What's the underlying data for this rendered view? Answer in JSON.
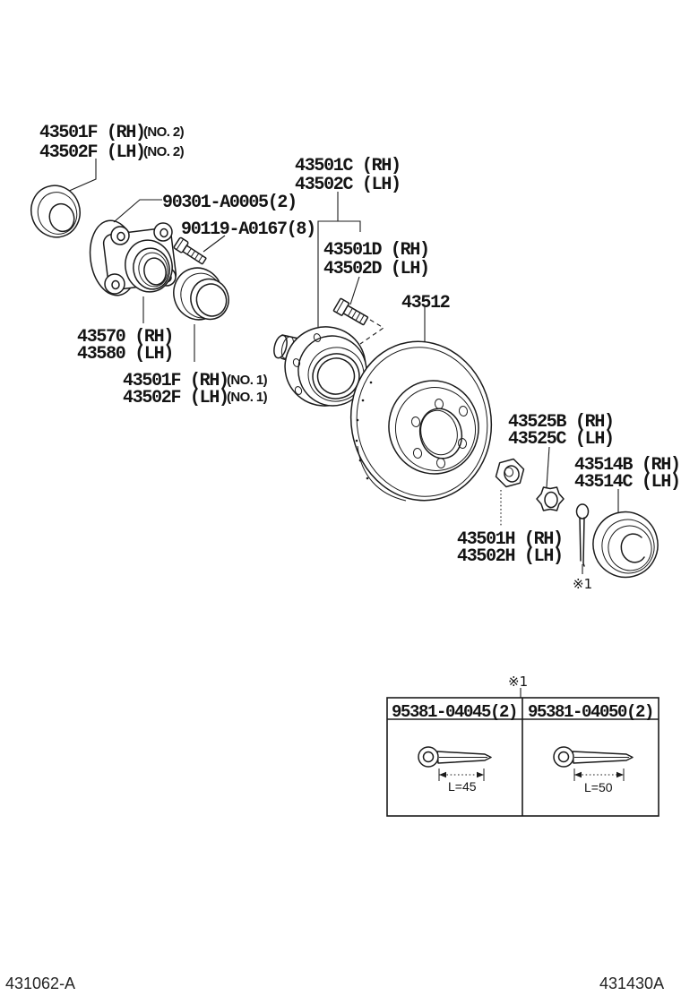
{
  "diagram": {
    "footer_left": "431062-A",
    "footer_right": "431430A",
    "ref_mark_pin": "※1",
    "labels": {
      "seal_no2": {
        "l1": "43501F (RH)",
        "l1s": "(NO. 2)",
        "l2": "43502F (LH)",
        "l2s": "(NO. 2)"
      },
      "oring_bolt": "90301-A0005(2)",
      "flange_bolt": "90119-A0167(8)",
      "bearing_c": {
        "l1": "43501C (RH)",
        "l2": "43502C (LH)"
      },
      "stud_d": {
        "l1": "43501D (RH)",
        "l2": "43502D (LH)"
      },
      "disc": "43512",
      "hub_bearing": {
        "l1": "43570 (RH)",
        "l2": "43580 (LH)"
      },
      "seal_no1": {
        "l1": "43501F (RH)",
        "l1s": "(NO. 1)",
        "l2": "43502F (LH)",
        "l2s": "(NO. 1)"
      },
      "lock_cap": {
        "l1": "43525B (RH)",
        "l2": "43525C (LH)"
      },
      "grease_cap": {
        "l1": "43514B (RH)",
        "l2": "43514C (LH)"
      },
      "nut": {
        "l1": "43501H (RH)",
        "l2": "43502H (LH)"
      }
    },
    "table": {
      "ref": "※1",
      "columns": [
        {
          "part": "95381-04045(2)",
          "dim": "L=45"
        },
        {
          "part": "95381-04050(2)",
          "dim": "L=50"
        }
      ]
    }
  }
}
